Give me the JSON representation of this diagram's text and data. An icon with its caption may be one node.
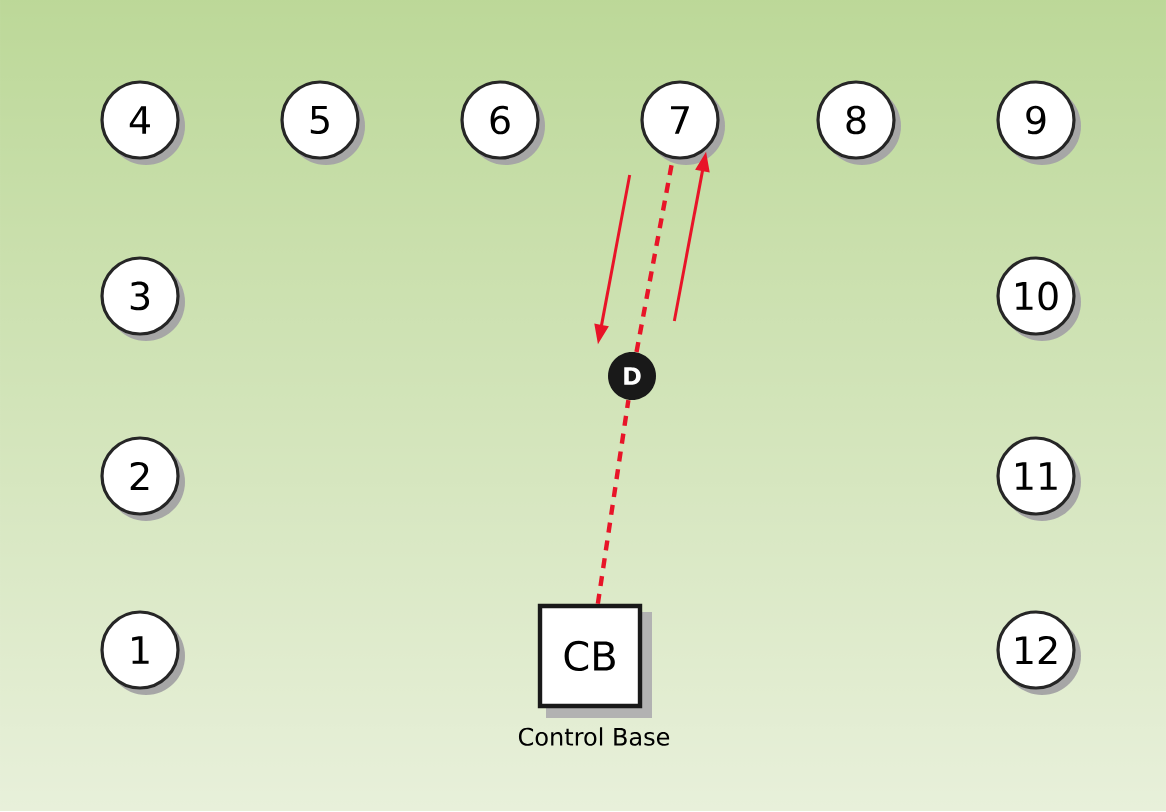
{
  "diagram": {
    "nodes": [
      {
        "text": [
          "4"
        ]
      },
      {
        "text": [
          "5"
        ]
      },
      {
        "text": [
          "6"
        ]
      },
      {
        "text": [
          "7"
        ]
      },
      {
        "text": [
          "8"
        ]
      },
      {
        "text": [
          "9"
        ]
      },
      {
        "text": [
          "3"
        ]
      },
      {
        "text": [
          "10"
        ]
      },
      {
        "text": [
          "D"
        ]
      },
      {
        "text": [
          "2"
        ]
      },
      {
        "text": [
          "11"
        ]
      },
      {
        "text": [
          "1"
        ]
      },
      {
        "text": [
          "CB"
        ],
        "beside": [
          "Control Base"
        ]
      },
      {
        "text": [
          "12"
        ]
      }
    ],
    "edges": [
      {
        "from": 12,
        "to": 8,
        "arrow": "none",
        "style": "dashed"
      },
      {
        "from": 8,
        "to": 3,
        "arrow": "none",
        "style": "dashed"
      },
      {
        "from": 3,
        "to": 8,
        "arrow": "to"
      },
      {
        "from": 8,
        "to": 3,
        "arrow": "to"
      }
    ]
  }
}
